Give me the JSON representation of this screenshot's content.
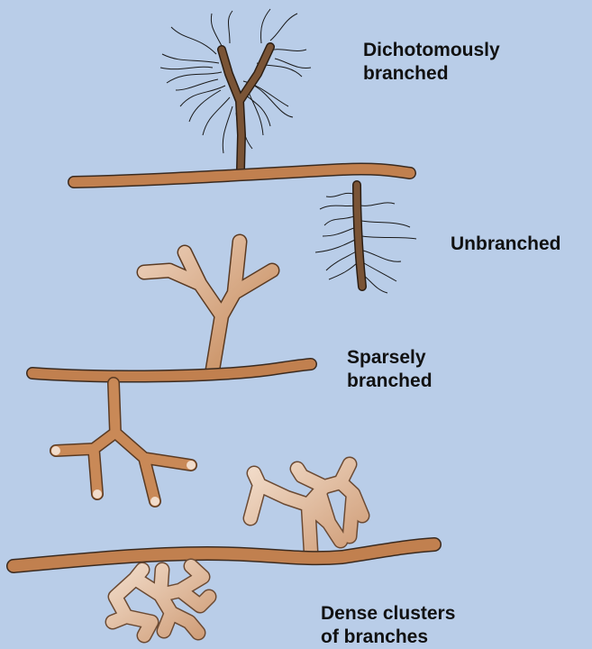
{
  "labels": {
    "dichotomously_branched": [
      "Dichotomously",
      "branched"
    ],
    "unbranched": "Unbranched",
    "sparsely_branched": [
      "Sparsely",
      "branched"
    ],
    "dense_clusters": [
      "Dense clusters",
      "of branches"
    ]
  },
  "colors": {
    "background": "#b9cde8",
    "hypha": "#c1804f",
    "hypha_dark_outline": "#3a2a1f",
    "thin_branch": "#7a5436",
    "sparse_branch_light": "#e2b99a",
    "dense_branch_light": "#ecd1bc",
    "hair_lines": "#1a1a1a"
  }
}
